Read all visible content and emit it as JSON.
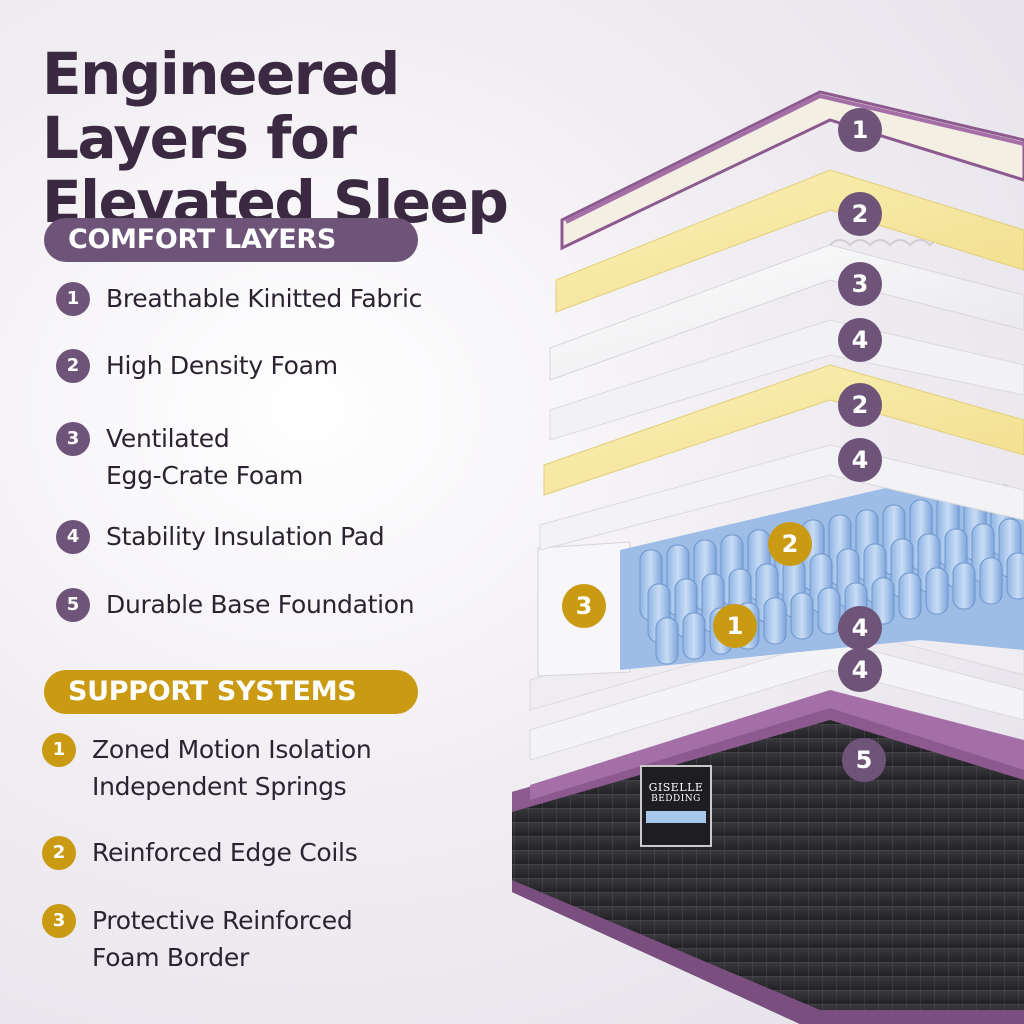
{
  "title": "Engineered Layers for Elevated Sleep",
  "comfort": {
    "heading": "COMFORT LAYERS",
    "items": [
      {
        "num": "1",
        "label": "Breathable Kinitted Fabric"
      },
      {
        "num": "2",
        "label": "High Density Foam"
      },
      {
        "num": "3",
        "label": "Ventilated\nEgg-Crate Foam"
      },
      {
        "num": "4",
        "label": "Stability Insulation Pad"
      },
      {
        "num": "5",
        "label": "Durable Base Foundation"
      }
    ]
  },
  "support": {
    "heading": "SUPPORT SYSTEMS",
    "items": [
      {
        "num": "1",
        "label": "Zoned Motion Isolation\nIndependent Springs"
      },
      {
        "num": "2",
        "label": "Reinforced Edge Coils"
      },
      {
        "num": "3",
        "label": "Protective Reinforced\nFoam Border"
      }
    ]
  },
  "diagram_badges": [
    {
      "num": "1",
      "color": "purple"
    },
    {
      "num": "2",
      "color": "purple"
    },
    {
      "num": "3",
      "color": "purple"
    },
    {
      "num": "4",
      "color": "purple"
    },
    {
      "num": "2",
      "color": "purple"
    },
    {
      "num": "4",
      "color": "purple"
    },
    {
      "num": "2",
      "color": "gold"
    },
    {
      "num": "3",
      "color": "gold"
    },
    {
      "num": "1",
      "color": "gold"
    },
    {
      "num": "4",
      "color": "purple"
    },
    {
      "num": "4",
      "color": "purple"
    },
    {
      "num": "5",
      "color": "purple"
    }
  ],
  "brand_label": {
    "line1": "GISELLE",
    "line2": "BEDDING"
  },
  "colors": {
    "purple": "#6e5478",
    "gold": "#c99a12",
    "title": "#3a2940"
  }
}
